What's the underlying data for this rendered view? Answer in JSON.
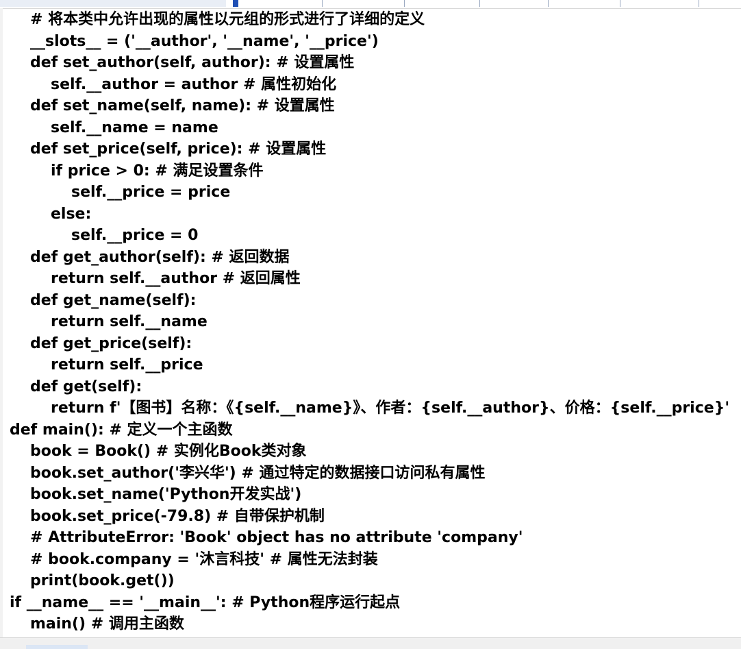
{
  "code_lines": [
    {
      "indent": 1,
      "text": "# 将本类中允许出现的属性以元组的形式进行了详细的定义"
    },
    {
      "indent": 1,
      "text": "__slots__ = ('__author', '__name', '__price')"
    },
    {
      "indent": 1,
      "text": "def set_author(self, author): # 设置属性"
    },
    {
      "indent": 2,
      "text": "self.__author = author # 属性初始化"
    },
    {
      "indent": 1,
      "text": "def set_name(self, name): # 设置属性"
    },
    {
      "indent": 2,
      "text": "self.__name = name"
    },
    {
      "indent": 1,
      "text": "def set_price(self, price): # 设置属性"
    },
    {
      "indent": 2,
      "text": "if price > 0: # 满足设置条件"
    },
    {
      "indent": 3,
      "text": "self.__price = price"
    },
    {
      "indent": 2,
      "text": "else:"
    },
    {
      "indent": 3,
      "text": "self.__price = 0"
    },
    {
      "indent": 1,
      "text": "def get_author(self): # 返回数据"
    },
    {
      "indent": 2,
      "text": "return self.__author # 返回属性"
    },
    {
      "indent": 1,
      "text": "def get_name(self):"
    },
    {
      "indent": 2,
      "text": "return self.__name"
    },
    {
      "indent": 1,
      "text": "def get_price(self):"
    },
    {
      "indent": 2,
      "text": "return self.__price"
    },
    {
      "indent": 1,
      "text": "def get(self):"
    },
    {
      "indent": 2,
      "text": "return f'【图书】名称：《{self.__name}》、作者：{self.__author}、价格：{self.__price}'"
    },
    {
      "indent": 0,
      "text": "def main(): # 定义一个主函数"
    },
    {
      "indent": 1,
      "text": "book = Book() # 实例化Book类对象"
    },
    {
      "indent": 1,
      "text": "book.set_author('李兴华') # 通过特定的数据接口访问私有属性"
    },
    {
      "indent": 1,
      "text": "book.set_name('Python开发实战')"
    },
    {
      "indent": 1,
      "text": "book.set_price(-79.8) # 自带保护机制"
    },
    {
      "indent": 1,
      "text": "# AttributeError: 'Book' object has no attribute 'company'"
    },
    {
      "indent": 1,
      "text": "# book.company = '沐言科技' # 属性无法封装"
    },
    {
      "indent": 1,
      "text": "print(book.get())"
    },
    {
      "indent": 0,
      "text": "if __name__ == '__main__': # Python程序运行起点"
    },
    {
      "indent": 1,
      "text": "main() # 调用主函数"
    }
  ],
  "colors": {
    "text": "#000000",
    "background": "#ffffff",
    "top_accent": "#1f4fb5"
  }
}
